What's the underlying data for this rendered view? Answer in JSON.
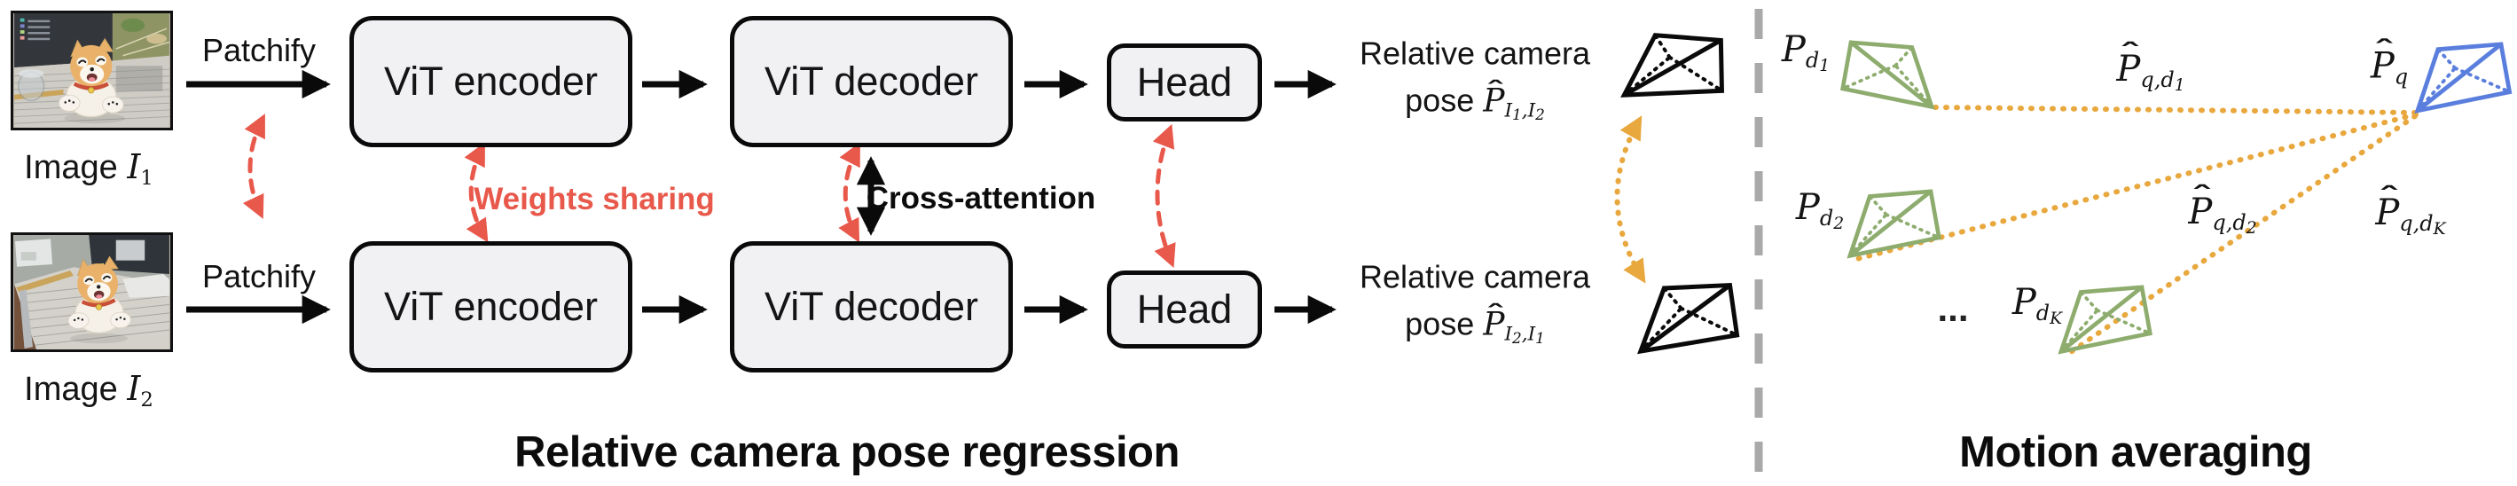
{
  "pipeline": {
    "image1": {
      "word": "Image",
      "sym": "I",
      "sub": "1"
    },
    "image2": {
      "word": "Image",
      "sym": "I",
      "sub": "2"
    },
    "patchify_top": "Patchify",
    "patchify_bottom": "Patchify",
    "encoder_top": "ViT encoder",
    "encoder_bottom": "ViT encoder",
    "decoder_top": "ViT decoder",
    "decoder_bottom": "ViT decoder",
    "head_top": "Head",
    "head_bottom": "Head",
    "weights_sharing": "Weights sharing",
    "cross_attention": "Cross-attention",
    "pose_top": {
      "line1": "Relative camera",
      "prefix": "pose",
      "hat": "ˆ",
      "sym": "P",
      "s1": "I",
      "n1": "1",
      "s2": ",I",
      "n2": "2"
    },
    "pose_bottom": {
      "line1": "Relative camera",
      "prefix": "pose",
      "hat": "ˆ",
      "sym": "P",
      "s1": "I",
      "n1": "2",
      "s2": ",I",
      "n2": "1"
    },
    "caption": "Relative camera pose regression"
  },
  "motion": {
    "pd1": {
      "sym": "P",
      "sub": "d",
      "ss": "1"
    },
    "pd2": {
      "sym": "P",
      "sub": "d",
      "ss": "2"
    },
    "pdk": {
      "sym": "P",
      "sub": "d",
      "ss": "K"
    },
    "pq": {
      "hat": "ˆ",
      "sym": "P",
      "sub": "q"
    },
    "pqd1": {
      "hat": "ˆ",
      "sym": "P",
      "sub": "q,d",
      "ss": "1"
    },
    "pqd2": {
      "hat": "ˆ",
      "sym": "P",
      "sub": "q,d",
      "ss": "2"
    },
    "pqdk": {
      "hat": "ˆ",
      "sym": "P",
      "sub": "q,d",
      "ss": "K"
    },
    "ellipsis": "...",
    "caption": "Motion averaging"
  },
  "colors": {
    "red_accent": "#E8584B",
    "orange_accent": "#E8A83E",
    "green_camera": "#8DAC6D",
    "blue_camera": "#5A7EDD",
    "divider_gray": "#A9A9A9",
    "box_fill": "#F1F1F4",
    "box_border": "#0A0A0A"
  }
}
